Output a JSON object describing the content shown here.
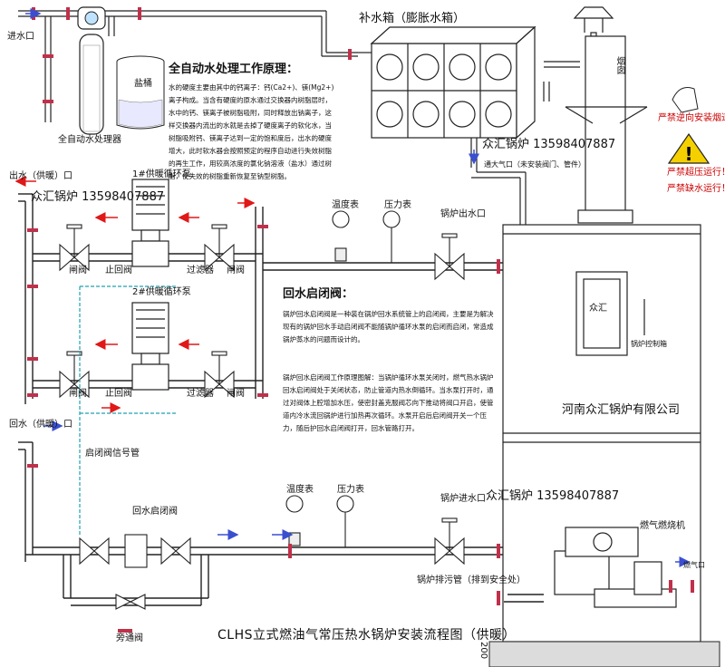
{
  "title": "CLHS立式燃油气常压热水锅炉安装流程图（供暖）",
  "company": "河南众汇锅炉有限公司",
  "brand": "众汇",
  "phone": "众汇锅炉 13598407887",
  "phone2": "众汇锅炉 13598407887",
  "phone3": "众汇锅炉 13598407887",
  "labels": {
    "inlet_top": "进水口",
    "water_treatment_device": "全自动水处理器",
    "salt": "盐桶",
    "tank": "补水箱（膨胀水箱）",
    "chimney": "烟囱",
    "smoke_warning": "严禁逆向安装烟道",
    "no_overpressure": "严禁超压运行！",
    "no_dry_run": "严禁缺水运行！",
    "vent": "通大气口（未安装阀门、管件）",
    "supply_water": "出水（供暖）口",
    "return_water": "回水（供暖）口",
    "pump1": "1#供暖循环泵",
    "pump2": "2#供暖循环泵",
    "gate_valve_a": "闸阀",
    "check_valve_a": "止回阀",
    "filter_a": "过滤器",
    "gate_valve_b": "闸阀",
    "check_valve_b": "止回阀",
    "filter_b": "过滤器",
    "gate_valve_c": "闸阀",
    "gate_valve_d": "闸阀",
    "thermometer1": "温度表",
    "pressure_gauge1": "压力表",
    "boiler_outlet": "锅炉出水口",
    "thermometer2": "温度表",
    "pressure_gauge2": "压力表",
    "boiler_inlet": "锅炉进水口",
    "return_valve": "回水启闭阀",
    "return_signal": "启闭阀信号管",
    "bypass_valve": "旁通阀",
    "drain": "锅炉排污管（排到安全处）",
    "burner": "燃气燃烧机",
    "gas_inlet": "燃气口",
    "control_box": "锅炉控制箱",
    "ground": "200"
  },
  "water_treatment": {
    "heading": "全自动水处理工作原理：",
    "text": "水的硬度主要由其中的钙离子：钙(Ca2+)、镁(Mg2+)离子构成。当含有硬度的原水通过交换器内树脂层时，水中的钙、镁离子被树脂吸附，同时释放出钠离子，这样交换器内流出的水就是去掉了硬度离子的软化水，当树脂吸附钙、镁离子达到一定的饱和度后，出水的硬度增大，此时软水器会按照预定的程序自动进行失效树脂的再生工作，用较高浓度的氯化钠溶液（盐水）通过树脂，使失效的树脂重新恢复至钠型树脂。"
  },
  "return_valve_info": {
    "heading": "回水启闭阀：",
    "p1": "锅炉回水启闭阀是一种装在锅炉回水系统管上的启闭阀，主要是为解决现有的锅炉回水手动启闭阀不能随锅炉循环水泵的启闭而启闭，常造成锅炉蒸水的问题而设计的。",
    "p2": "锅炉回水启闭阀工作原理图解：当锅炉循环水泵关闭时，燃气热水锅炉回水启闭阀处于关闭状态，防止管道内热水倒循环。当水泵打开时，通过对阀体上腔增加水压，使密封盖克服阀芯向下推动将阀口开启，使管道内冷水流回锅炉进行加热再次循环。水泵开启后启闭阀开关一个压力，随后护回水启闭阀打开，回水管路打开。"
  },
  "colors": {
    "pipe": "#222222",
    "arrow_red": "#e01818",
    "arrow_blue": "#3a4fd0",
    "flange_red": "#c0304a",
    "valve_green": "#2f8a4a",
    "signal_cyan": "#21a0b0",
    "warning_yellow": "#f5d000"
  }
}
